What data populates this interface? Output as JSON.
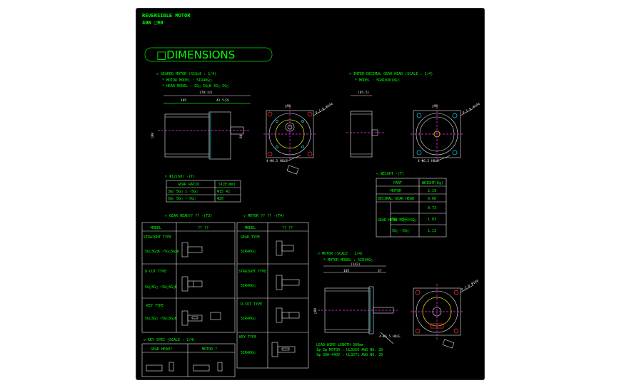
{
  "title": {
    "line1": "REVERSIBLE MOTOR",
    "line2": "40W □90"
  },
  "heading": "□DIMENSIONS",
  "geared_motor": {
    "title": "▽ GEARED MOTOR (SCALE : 1/4)",
    "motor_model": "* MOTOR MODEL : 5IR40G□",
    "head_model": "* HEAD MODEL : 5G□ 5G□K  5G□ 5G□",
    "dim_total": "170(12)",
    "dim_a": "105",
    "dim_b": "42.5(2)",
    "dim_sq": "□90",
    "dim_h": "80",
    "dim_hole": "4-Φ6.5 HOLE",
    "dim_pcd": "P.C.D Φ104"
  },
  "intermediate_head": {
    "title": "▽ INTER-DECIMAL GEAR HEAD (SCALE : 1/4)",
    "model": "* MODEL : 5GN10XK(NL)",
    "dim_a": "(65.5)",
    "dim_sq": "□90",
    "dim_hole": "4-Φ6.5 HOLE",
    "dim_pcd": "P.C.D Φ104"
  },
  "ratio_table": {
    "title": "▽ Φ12(60) -(T)",
    "headers": [
      "GEAR RATIO",
      "SIZE(mm)"
    ],
    "rows": [
      [
        "3G□ 5G□ □ -5G□",
        "Φ15 42"
      ],
      [
        "5G□ 5G□ ~-5G□",
        "Φ20"
      ]
    ]
  },
  "weight_table": {
    "title": "▽ WEIGHT -(T)",
    "headers": [
      "PART",
      "WEIGHT(Kg)"
    ],
    "rows": [
      [
        "MOTOR",
        "2.19"
      ],
      [
        "DECIMAL GEAR HEAD",
        "0.60"
      ],
      [
        "GEAR HEAD 5G□ ~5G□",
        "0.73"
      ],
      [
        "5G□ ~5G□",
        "1.03"
      ],
      [
        "5G□ ~5G□",
        "1.13"
      ]
    ]
  },
  "gear_head_table": {
    "title": "▽ GEAR HEAD?? ?? -(T3)",
    "headers": [
      "MODEL",
      "?? ??"
    ],
    "rows": [
      {
        "label": "STRAIGHT TYPE",
        "model": "5G□3G□K ~5G□3G□K"
      },
      {
        "label": "D-CUT TYPE",
        "model": "5G□3G□ ~5G□3G□K"
      },
      {
        "label": "KEY TYPE",
        "model": "5G□3G□ ~5G□3G□K"
      }
    ]
  },
  "motor_table": {
    "title": "▽ MOTOR ?? ?? -(T4)",
    "headers": [
      "MODEL",
      "?? ??"
    ],
    "rows": [
      {
        "label": "GEAR TYPE",
        "model": "5IR40G□"
      },
      {
        "label": "STRAIGHT TYPE",
        "model": "5IR40G□"
      },
      {
        "label": "D-CUT TYPE",
        "model": "5IR40G□"
      },
      {
        "label": "KEY TYPE",
        "model": "5IR40G□"
      }
    ]
  },
  "key_spec": {
    "title": "▽ KEY SPEC (SCALE : 1/4)",
    "headers": [
      "GEAR HEAD?",
      "MOTOR ?"
    ]
  },
  "motor_view": {
    "title": "▽ MOTOR (SCALE : 1/4)",
    "model": "* MOTOR MODEL : 5IR40G□",
    "dim_total": "(142)",
    "dim_a": "105",
    "dim_b": "37",
    "dim_sq": "□90",
    "dim_hole": "4-Φ6.5 HOLE",
    "lead_note1": "LEAD WIRE LENGTH 300mm",
    "lead_note2": "1φ 3φ MOTOR : UL3266 AWG NO. 20",
    "lead_note3": "3φ 380~440V : UL3271 AWG NO. 20",
    "dim_pcd": "P.C.D Φ104"
  },
  "colors": {
    "background": "#000000",
    "primary": "#00ff00",
    "secondary": "#e8e8e8",
    "accent": "#e0e000",
    "hole": "#ff3030"
  }
}
